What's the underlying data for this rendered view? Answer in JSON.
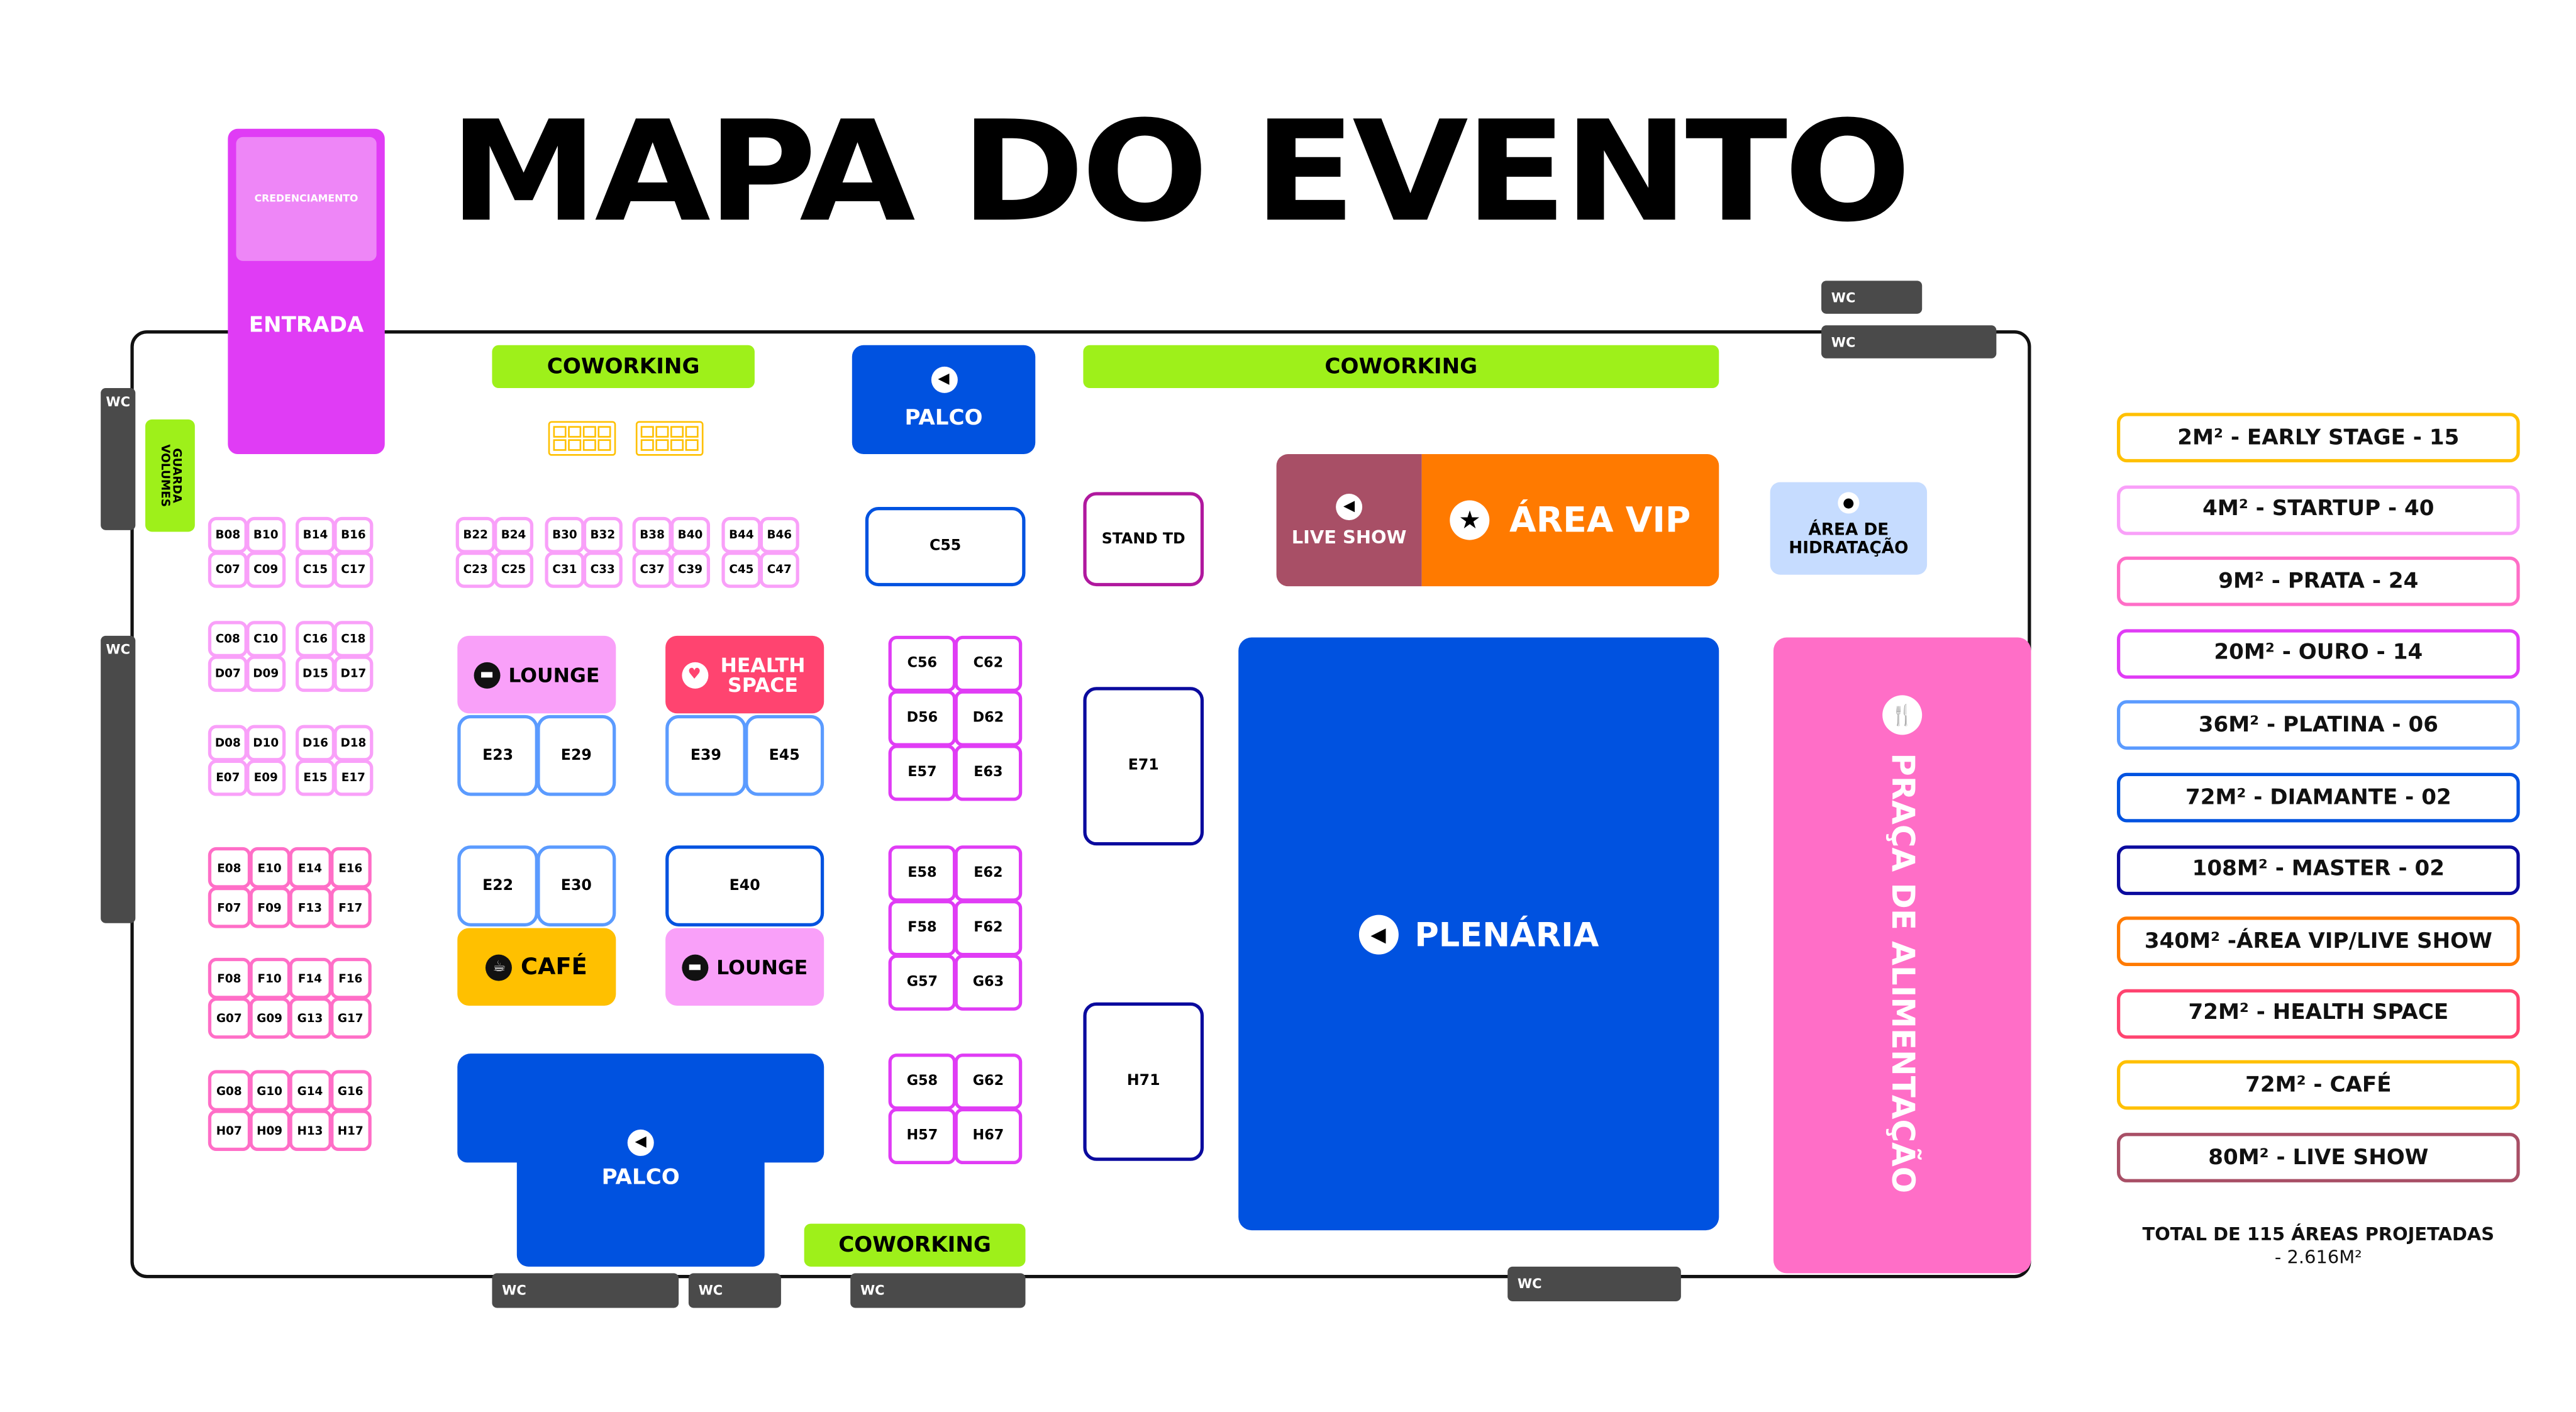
{
  "title": "MAPA DO EVENTO",
  "entrance": {
    "credenciamento": "CREDENCIAMENTO",
    "entrada": "ENTRADA"
  },
  "guarda_volumes": "GUARDA VOLUMES",
  "wc": "WC",
  "coworking": "COWORKING",
  "palco": "PALCO",
  "lounge": "LOUNGE",
  "health_space": "HEALTH SPACE",
  "cafe": "CAFÉ",
  "stand_td": "STAND TD",
  "live_show": "LIVE SHOW",
  "area_vip": "ÁREA VIP",
  "hidratacao": "ÁREA DE HIDRATAÇÃO",
  "plenaria": "PLENÁRIA",
  "praca": "PRAÇA DE ALIMENTAÇÃO",
  "big_booths": {
    "E23": "E23",
    "E29": "E29",
    "E39": "E39",
    "E45": "E45",
    "E22": "E22",
    "E30": "E30",
    "E40": "E40",
    "C55": "C55",
    "E71": "E71",
    "H71": "H71"
  },
  "booth_groups": {
    "startup": [
      [
        [
          "B08",
          "B10"
        ],
        [
          "C07",
          "C09"
        ]
      ],
      [
        [
          "B14",
          "B16"
        ],
        [
          "C15",
          "C17"
        ]
      ],
      [
        [
          "C08",
          "C10"
        ],
        [
          "D07",
          "D09"
        ]
      ],
      [
        [
          "C16",
          "C18"
        ],
        [
          "D15",
          "D17"
        ]
      ],
      [
        [
          "D08",
          "D10"
        ],
        [
          "E07",
          "E09"
        ]
      ],
      [
        [
          "D16",
          "D18"
        ],
        [
          "E15",
          "E17"
        ]
      ],
      [
        [
          "B22",
          "B24"
        ],
        [
          "C23",
          "C25"
        ]
      ],
      [
        [
          "B30",
          "B32"
        ],
        [
          "C31",
          "C33"
        ]
      ],
      [
        [
          "B38",
          "B40"
        ],
        [
          "C37",
          "C39"
        ]
      ],
      [
        [
          "B44",
          "B46"
        ],
        [
          "C45",
          "C47"
        ]
      ]
    ],
    "prata": [
      [
        [
          "E08",
          "E10",
          "E14",
          "E16"
        ],
        [
          "F07",
          "F09",
          "F13",
          "F17"
        ]
      ],
      [
        [
          "F08",
          "F10",
          "F14",
          "F16"
        ],
        [
          "G07",
          "G09",
          "G13",
          "G17"
        ]
      ],
      [
        [
          "G08",
          "G10",
          "G14",
          "G16"
        ],
        [
          "H07",
          "H09",
          "H13",
          "H17"
        ]
      ]
    ],
    "ouro": [
      [
        [
          "C56",
          "C62"
        ],
        [
          "D56",
          "D62"
        ],
        [
          "E57",
          "E63"
        ]
      ],
      [
        [
          "E58",
          "E62"
        ],
        [
          "F58",
          "F62"
        ],
        [
          "G57",
          "G63"
        ]
      ],
      [
        [
          "G58",
          "G62"
        ],
        [
          "H57",
          "H67"
        ]
      ]
    ]
  },
  "legend": [
    {
      "label": "2M² - EARLY STAGE - 15",
      "color": "#FFC000"
    },
    {
      "label": "4M² - STARTUP - 40",
      "color": "#F9A0F9"
    },
    {
      "label": "9M² - PRATA - 24",
      "color": "#FF6EC7"
    },
    {
      "label": "20M² - OURO - 14",
      "color": "#E03CF5"
    },
    {
      "label": "36M² - PLATINA - 06",
      "color": "#5B9BFF"
    },
    {
      "label": "72M² - DIAMANTE - 02",
      "color": "#0052E0"
    },
    {
      "label": "108M² - MASTER - 02",
      "color": "#0A0A9E"
    },
    {
      "label": "340M² -ÁREA VIP/LIVE SHOW",
      "color": "#FF7A00"
    },
    {
      "label": "72M² - HEALTH SPACE",
      "color": "#FF4470"
    },
    {
      "label": "72M² - CAFÉ",
      "color": "#FFC000"
    },
    {
      "label": "80M² - LIVE SHOW",
      "color": "#A84F66"
    }
  ],
  "total": {
    "line1": "TOTAL DE 115 ÁREAS  PROJETADAS",
    "line2": "- 2.616M²"
  }
}
